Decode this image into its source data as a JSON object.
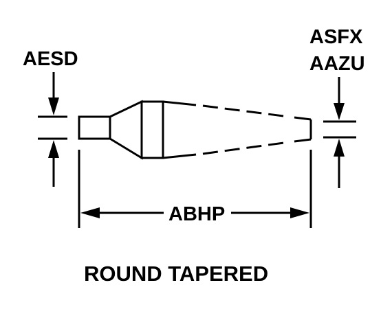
{
  "diagram": {
    "labels": {
      "left_dimension": "AESD",
      "right_dimension_top": "ASFX",
      "right_dimension_bottom": "AAZU",
      "length_dimension": "ABHP"
    },
    "caption": "ROUND TAPERED"
  }
}
